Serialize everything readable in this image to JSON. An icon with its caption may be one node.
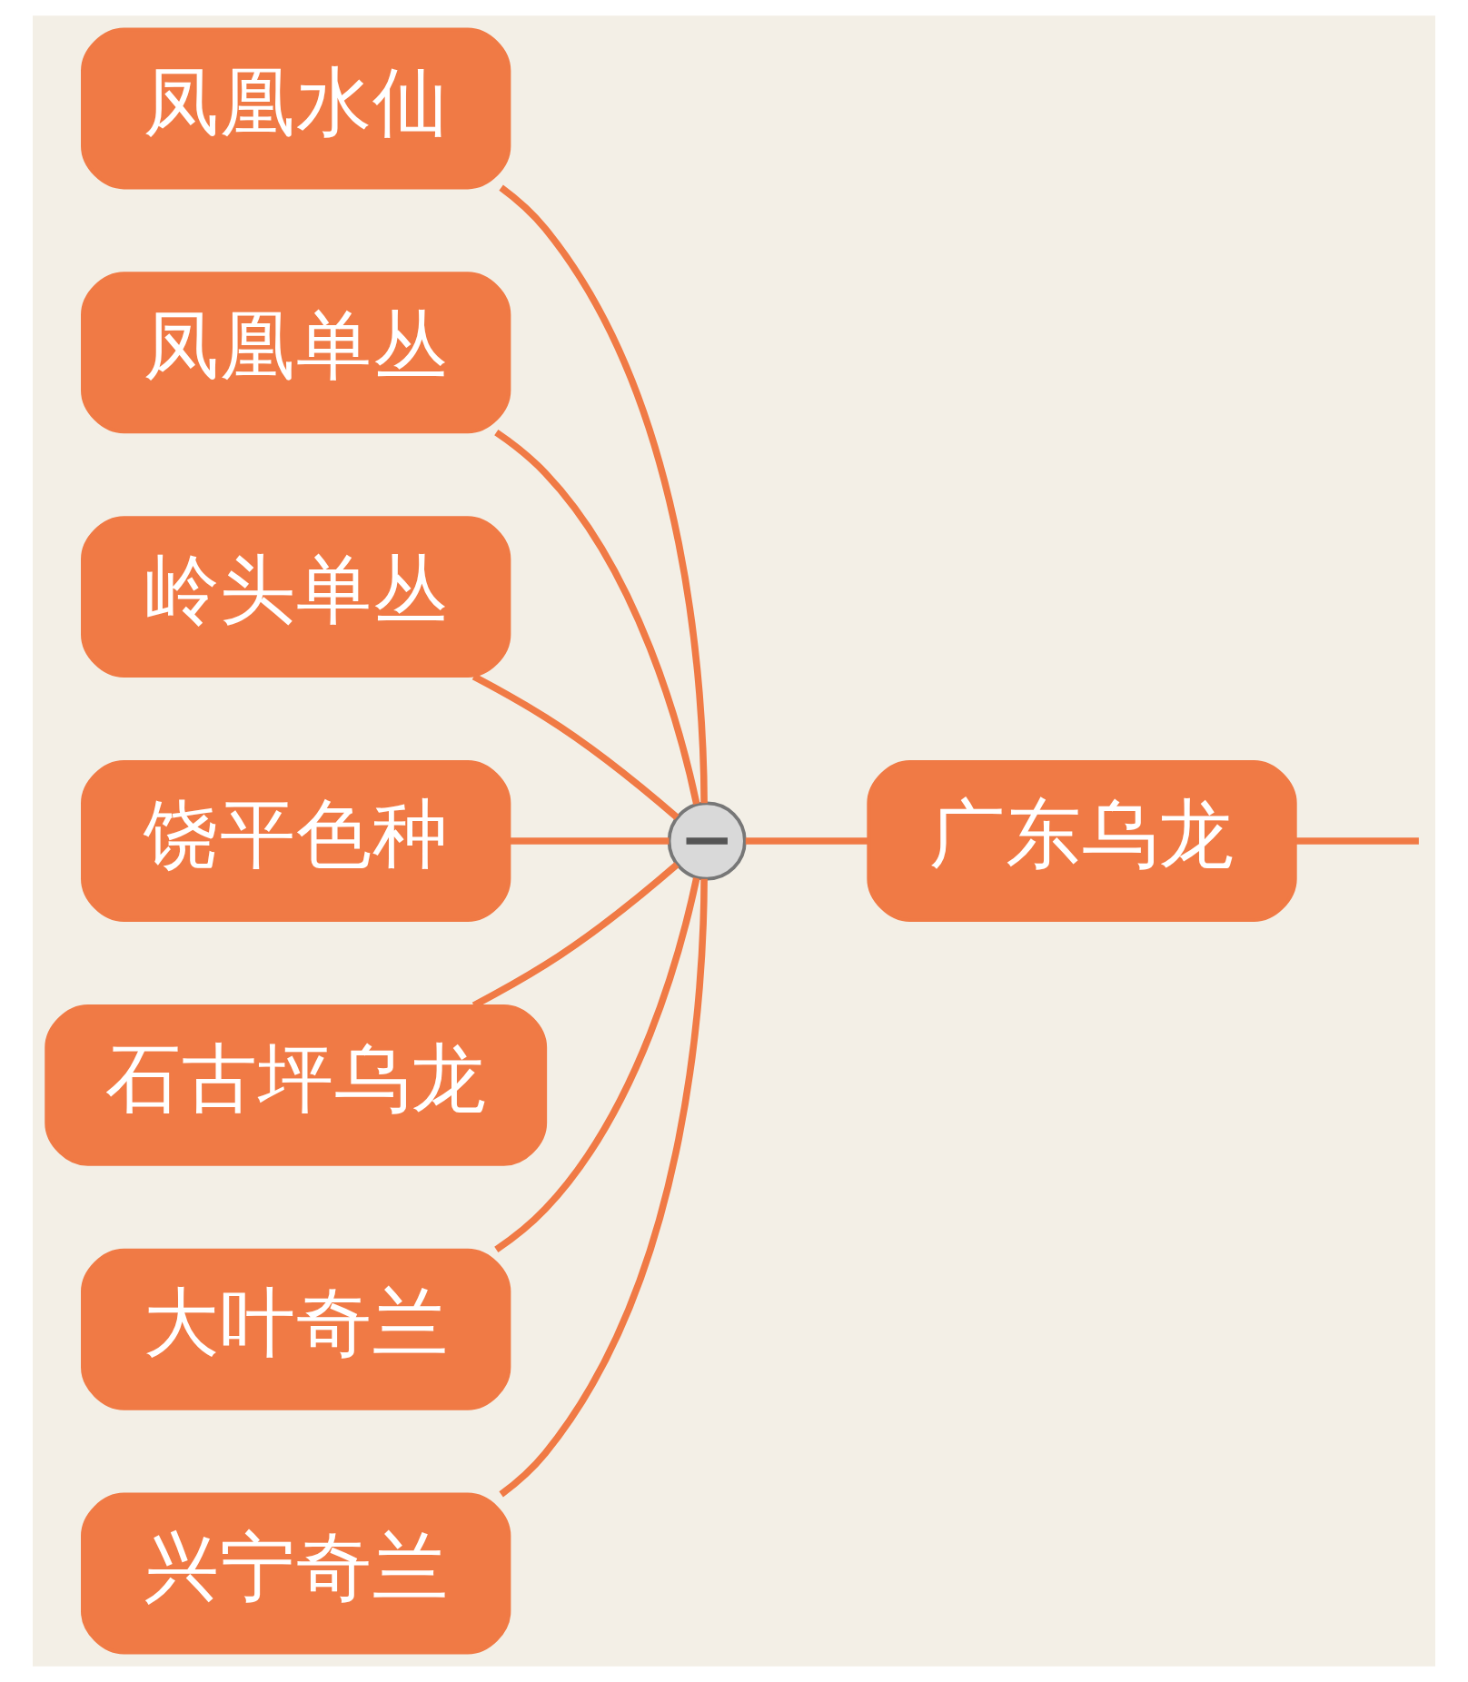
{
  "diagram": {
    "nodes": [
      {
        "text": [
          "凤凰水仙"
        ]
      },
      {
        "text": [
          "凤凰单丛"
        ]
      },
      {
        "text": [
          "岭头单丛"
        ]
      },
      {
        "text": [
          "饶平色种"
        ]
      },
      {
        "text": [
          "石古坪乌龙"
        ]
      },
      {
        "text": [
          "大叶奇兰"
        ]
      },
      {
        "text": [
          "兴宁奇兰"
        ]
      },
      {
        "text": [],
        "shape": "circle"
      },
      {
        "text": [
          "广东乌龙"
        ]
      }
    ],
    "edges": [
      {
        "from": 8,
        "to": null,
        "arrow": "none"
      },
      {
        "from": 8,
        "to": 7,
        "arrow": "none"
      },
      {
        "from": 7,
        "to": 0,
        "arrow": "none"
      },
      {
        "from": 7,
        "to": 1,
        "arrow": "none"
      },
      {
        "from": 7,
        "to": 2,
        "arrow": "none"
      },
      {
        "from": 7,
        "to": 3,
        "arrow": "none"
      },
      {
        "from": 7,
        "to": 4,
        "arrow": "none"
      },
      {
        "from": 7,
        "to": 5,
        "arrow": "none"
      },
      {
        "from": 7,
        "to": 6,
        "arrow": "none"
      }
    ]
  }
}
